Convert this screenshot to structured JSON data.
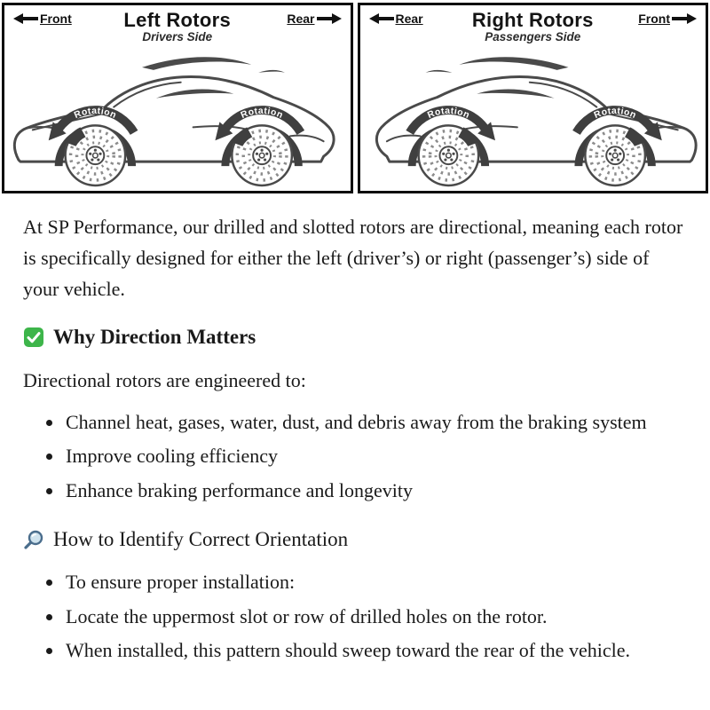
{
  "diagram": {
    "rotation_label": "Rotation",
    "left_panel": {
      "title": "Left Rotors",
      "subtitle": "Drivers Side",
      "left_arrow_label": "Front",
      "right_arrow_label": "Rear"
    },
    "right_panel": {
      "title": "Right Rotors",
      "subtitle": "Passengers Side",
      "left_arrow_label": "Rear",
      "right_arrow_label": "Front"
    }
  },
  "article": {
    "intro": "At SP Performance, our drilled and slotted rotors are directional, meaning each rotor is specifically designed for either the left (driver’s) or right (passenger’s) side of your vehicle.",
    "why_direction": {
      "heading": "Why Direction Matters",
      "lead": "Directional rotors are engineered to:",
      "bullets": [
        "Channel heat, gases, water, dust, and debris away from the braking system",
        "Improve cooling efficiency",
        "Enhance braking performance and longevity"
      ]
    },
    "orientation": {
      "heading": "How to Identify Correct Orientation",
      "bullets": [
        "To ensure proper installation:",
        "Locate the uppermost slot or row of drilled holes on the rotor.",
        "When installed, this pattern should sweep toward the rear of the vehicle."
      ]
    }
  },
  "colors": {
    "check_green": "#3db54a",
    "line_art": "#4a4a4a",
    "text": "#1a1a1a"
  }
}
